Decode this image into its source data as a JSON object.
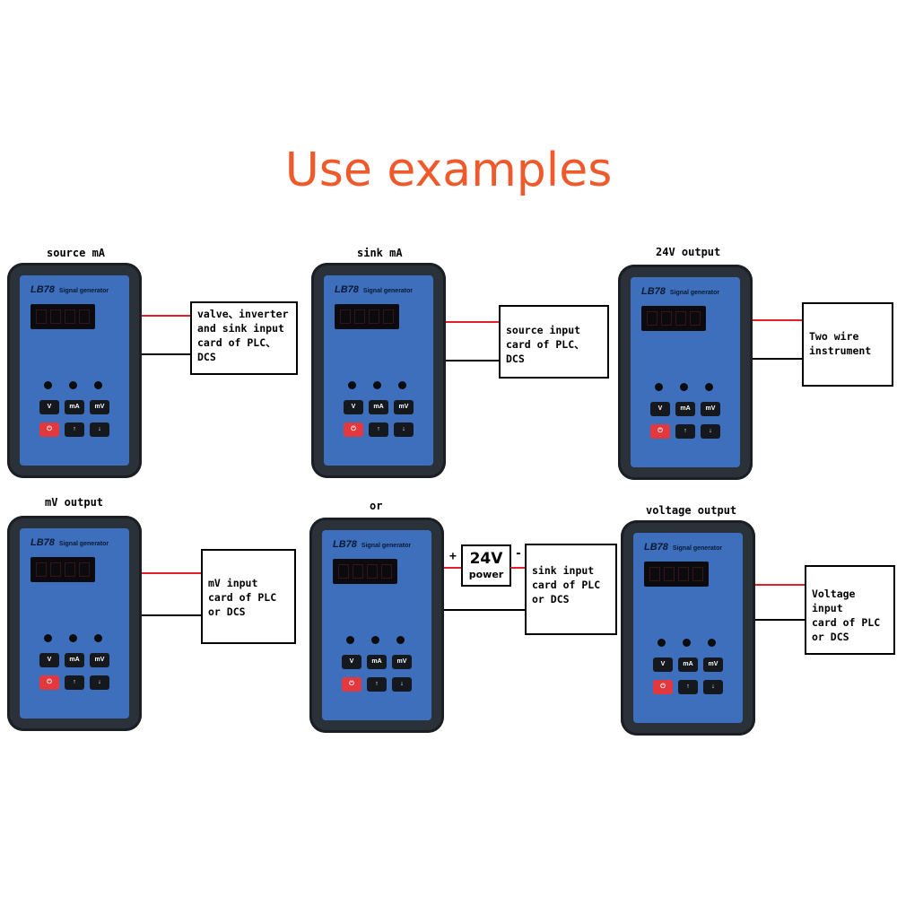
{
  "title": {
    "text": "Use examples",
    "color": "#ee5a2b"
  },
  "device": {
    "brand": "LB78",
    "subtitle": "Signal generator",
    "keys": [
      "V",
      "mA",
      "mV",
      "⏻",
      "↑",
      "↓"
    ]
  },
  "panels": [
    {
      "label": "source mA",
      "box": "valve、inverter\nand sink input\ncard of PLC、DCS"
    },
    {
      "label": "sink mA",
      "box": "source input\ncard of PLC、DCS"
    },
    {
      "label": "24V output",
      "box": "Two wire\ninstrument"
    },
    {
      "label": "mV output",
      "box": " mV input\ncard of PLC\nor DCS"
    },
    {
      "label": "or",
      "box": "sink input\ncard of PLC\nor DCS"
    },
    {
      "label": "voltage output",
      "box": "Voltage input\ncard of PLC\nor DCS"
    }
  ],
  "power": {
    "value": "24V",
    "label": "power",
    "plus": "+",
    "minus": "-"
  }
}
